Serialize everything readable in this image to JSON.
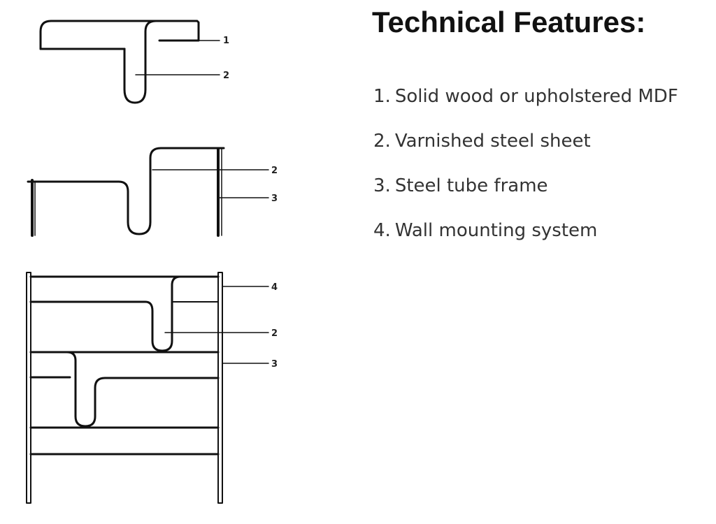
{
  "heading": "Technical Features:",
  "features": [
    {
      "number": "1.",
      "text": "Solid wood or upholstered MDF"
    },
    {
      "number": "2.",
      "text": "Varnished steel sheet"
    },
    {
      "number": "3.",
      "text": "Steel tube frame"
    },
    {
      "number": "4.",
      "text": "Wall mounting system"
    }
  ],
  "diagrams": {
    "top_view": {
      "callouts": [
        "1",
        "2"
      ]
    },
    "side_view": {
      "callouts": [
        "2",
        "3"
      ]
    },
    "front_view": {
      "callouts": [
        "4",
        "2",
        "3"
      ]
    }
  }
}
